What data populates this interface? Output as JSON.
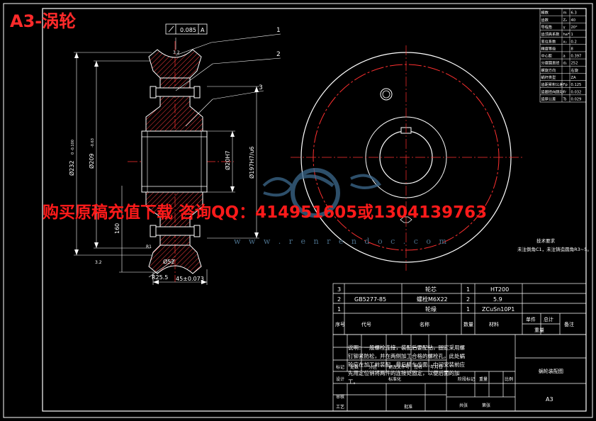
{
  "title": "A3-涡轮",
  "banner": "购买原稿充值下载 咨询QQ：414951605或1304139763",
  "watermark_url": "w w w . r e n r e n d o c . c o m",
  "tolerance": {
    "value": "0.085",
    "datum": "A"
  },
  "leaders": [
    "1",
    "2",
    "3"
  ],
  "dims": {
    "d1": "Ø232",
    "d1_tol": "0 -0.100",
    "d2": "Ø209",
    "d2_tol": "-0.63",
    "d3": "Ø197H7/u6",
    "d4": "Ø20H7",
    "d5": "160",
    "d6": "Ø52",
    "r": "R25.5",
    "w": "45±0.073",
    "r1": "R1",
    "c1": "3.2",
    "c2": "3.2"
  },
  "param_table": [
    [
      "模数",
      "m",
      "6.3"
    ],
    [
      "齿数",
      "Z₂",
      "40"
    ],
    [
      "导程角",
      "γ",
      "20°"
    ],
    [
      "齿顶高系数",
      "ha*",
      "1"
    ],
    [
      "变位系数",
      "x₂",
      "0.2"
    ],
    [
      "精度等级",
      "",
      "8"
    ],
    [
      "中心距",
      "a",
      "0.397"
    ],
    [
      "分度圆直径",
      "d₂",
      "252"
    ],
    [
      "螺旋方向",
      "",
      "右旋"
    ],
    [
      "蜗杆类型",
      "",
      "ZA"
    ],
    [
      "齿距累积公差",
      "Fp",
      "0.125"
    ],
    [
      "齿圈径向跳动",
      "Fr",
      "0.032"
    ],
    [
      "齿厚公差",
      "Ts",
      "0.029"
    ]
  ],
  "tech_req": {
    "title": "技术要求",
    "text": "未注倒角C1，未注铸造圆角R3~5。"
  },
  "bom": [
    {
      "no": "3",
      "code": "",
      "name": "轮芯",
      "qty": "1",
      "material": "HT200"
    },
    {
      "no": "2",
      "code": "GB5277-85",
      "name": "螺栓M6X22",
      "qty": "2",
      "material": "5.9"
    },
    {
      "no": "1",
      "code": "",
      "name": "轮缘",
      "qty": "1",
      "material": "ZCuSn10P1"
    }
  ],
  "bom_header": [
    "序号",
    "代号",
    "名称",
    "数量",
    "材料",
    "单件",
    "总计",
    "备注"
  ],
  "bom_header_sub": "重量",
  "notes": "说明：一般螺栓连接，装配后要配钻，固定采用螺钉铆紧防松，并在两侧加工合格的螺栓孔，此处蜗轮应在加工前装配，最后精车齿面，中间安装前应先用定位销将两件的连接处固定，以便后面的加工。",
  "title_block": {
    "drawing_name": "蜗轮装配图",
    "sheet": "A3",
    "labels": [
      "标记",
      "处数",
      "分区",
      "更改文件号",
      "签名",
      "年月日",
      "设计",
      "标准化",
      "阶段标记",
      "重量",
      "比例",
      "审核",
      "工艺",
      "批准",
      "共张",
      "第张"
    ]
  },
  "colors": {
    "line": "#ffffff",
    "center": "#ff3030",
    "hatch": "#ff4040",
    "body": "#ffffff",
    "dim": "#ffffff",
    "accent": "#ff2a2a",
    "watermark": "#3d6a8e"
  }
}
